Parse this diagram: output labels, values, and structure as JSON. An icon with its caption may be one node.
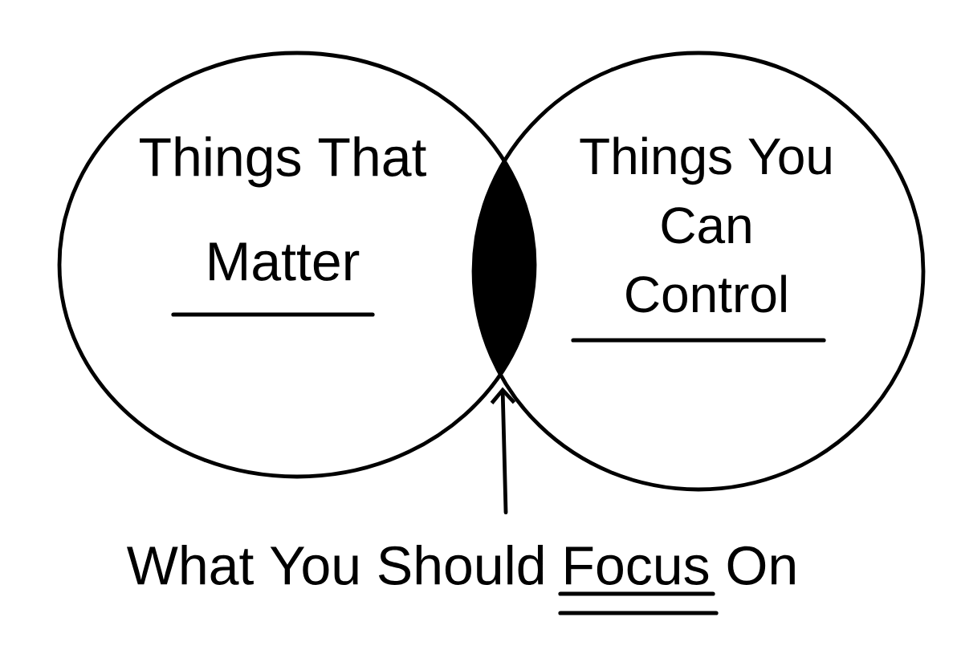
{
  "diagram": {
    "nodes": [
      {
        "text": [
          "Things That Matter"
        ]
      },
      {
        "text": [
          "Things You Can Control"
        ]
      },
      {
        "text": [],
        "shape": "lens"
      },
      {
        "text": [
          "What You Should Focus On"
        ]
      }
    ],
    "edges": [
      {
        "from": 3,
        "to": 2,
        "arrow": "to"
      }
    ]
  }
}
